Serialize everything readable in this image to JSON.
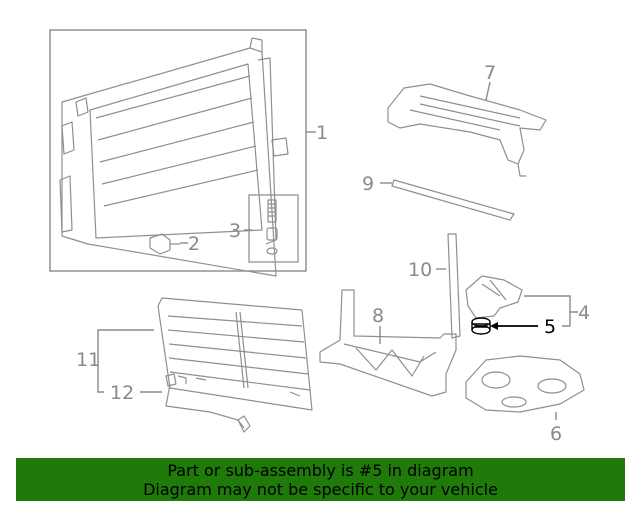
{
  "callouts": {
    "c1": "1",
    "c2": "2",
    "c3": "3",
    "c4": "4",
    "c5": "5",
    "c6": "6",
    "c7": "7",
    "c8": "8",
    "c9": "9",
    "c10": "10",
    "c11": "11",
    "c12": "12"
  },
  "highlighted_part": "5",
  "colors": {
    "banner": "#1f7a0a",
    "highlight": "#000000",
    "part_lines": "#8f8f8f"
  },
  "banner": {
    "line1": "Part or sub-assembly is #5 in diagram",
    "line2": "Diagram may not be specific to your vehicle"
  }
}
